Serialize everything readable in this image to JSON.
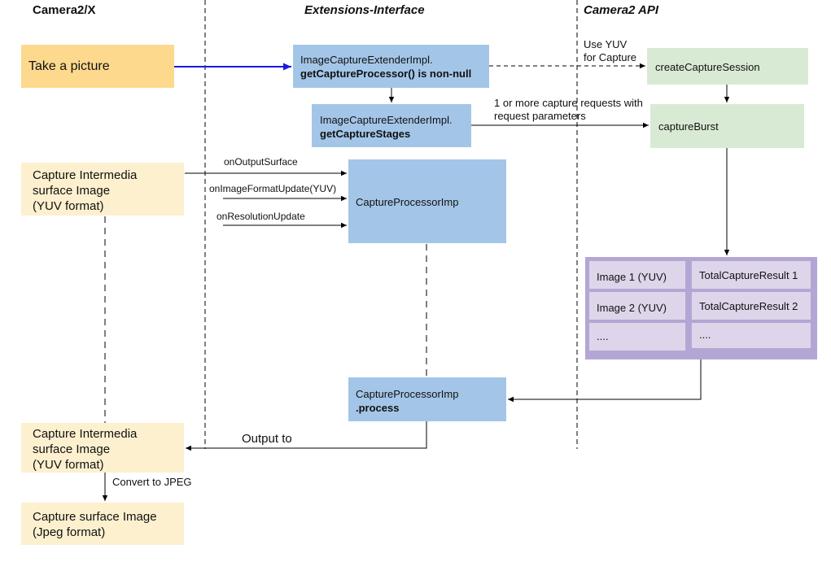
{
  "columns": {
    "camerax": "Camera2/X",
    "extensions": "Extensions-Interface",
    "camera2": "Camera2 API"
  },
  "boxes": {
    "take_picture": "Take a picture",
    "extender_processor": [
      "ImageCaptureExtenderImpl.",
      "getCaptureProcessor() is non-null"
    ],
    "extender_stages": [
      "ImageCaptureExtenderImpl.",
      "getCaptureStages"
    ],
    "create_session": "createCaptureSession",
    "capture_burst": "captureBurst",
    "intermediate_top": [
      "Capture Intermedia",
      "surface Image",
      "(YUV format)"
    ],
    "processor_impl": "CaptureProcessorImp",
    "processor_process": [
      "CaptureProcessorImp",
      ".process"
    ],
    "intermediate_bottom": [
      "Capture Intermedia",
      "surface Image",
      "(YUV format)"
    ],
    "surface_jpeg": [
      "Capture surface Image",
      "(Jpeg format)"
    ]
  },
  "result_grid": [
    [
      "Image 1 (YUV)",
      "TotalCaptureResult 1"
    ],
    [
      "Image 2 (YUV)",
      "TotalCaptureResult 2"
    ],
    [
      "....",
      "...."
    ]
  ],
  "labels": {
    "use_yuv": [
      "Use YUV",
      "for Capture"
    ],
    "capture_requests": [
      "1 or more capture requests with",
      "request parameters"
    ],
    "on_output_surface": "onOutputSurface",
    "on_image_format_update": "onImageFormatUpdate(YUV)",
    "on_resolution_update": "onResolutionUpdate",
    "output_to": "Output to",
    "convert_to_jpeg": "Convert to JPEG"
  },
  "colors": {
    "take_picture": "#fdd98e",
    "surface_image": "#fdf0cf",
    "extension_box": "#a3c6e8",
    "camera2_box": "#d9ead4",
    "result_frame": "#b4a6d4",
    "result_cell": "#ded5ea",
    "primary_arrow": "#1a1ae6"
  }
}
